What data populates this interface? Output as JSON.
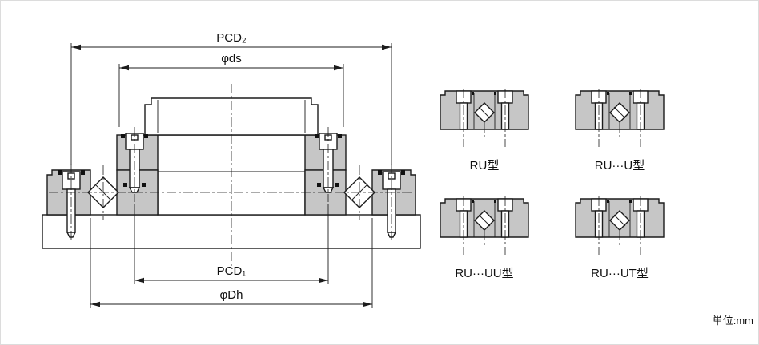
{
  "dimensions": {
    "pcd2": "PCD₂",
    "ds": "φds",
    "pcd1": "PCD₁",
    "dh": "φDh"
  },
  "variants": [
    {
      "label": "RU型"
    },
    {
      "label": "RU···U型"
    },
    {
      "label": "RU···UU型"
    },
    {
      "label": "RU···UT型"
    }
  ],
  "unit_note": "単位:mm",
  "colors": {
    "line": "#1c1c1c",
    "ring_fill": "#c6c6c6",
    "background": "#ffffff"
  }
}
